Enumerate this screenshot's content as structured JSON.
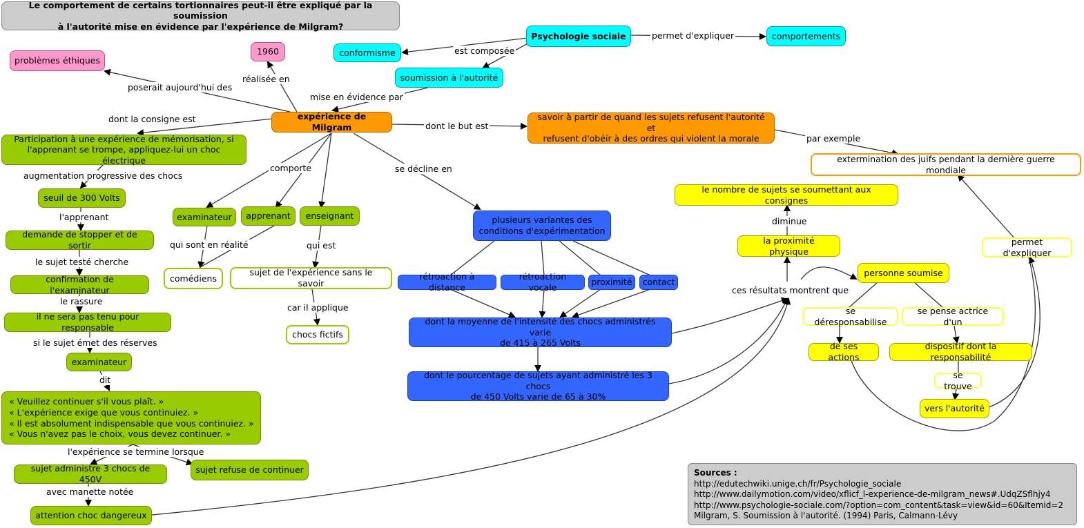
{
  "title": "Le comportement de certains tortionnaires peut-il être expliqué par la soumission\nà l'autorité mise en évidence par l'expérience de Milgram?",
  "nodes": {
    "psychologie_sociale": "Psychologie sociale",
    "comportements": "comportements",
    "conformisme": "conformisme",
    "soumission_autorite": "soumission à l'autorité",
    "annee": "1960",
    "problemes_ethiques": "problèmes éthiques",
    "experience_milgram": "expérience de Milgram",
    "but": "savoir à partir de quand les sujets refusent l'autorité et\nrefusent d'obéir à des ordres qui violent la morale",
    "extermination": "extermination des juifs pendant la dernière guerre mondiale",
    "consigne": "Participation à une expérience de mémorisation, si\nl'apprenant se trompe, appliquez-lui un choc électrique",
    "seuil": "seuil de 300 Volts",
    "demande_stopper": "demande de stopper et de sortir",
    "confirmation": "confirmation de l'examinateur",
    "pas_responsable": "il ne sera pas tenu pour responsable",
    "examinateur_seq": "examinateur",
    "phrases": "« Veuillez continuer s'il vous plaît. »\n« L'expérience exige que vous continuiez. »\n« Il est absolument indispensable que vous continuiez. »\n« Vous n'avez pas le choix, vous devez continuer. »",
    "sujet_3_chocs": "sujet administre 3 chocs de 450V",
    "sujet_refuse": "sujet refuse de continuer",
    "attention_choc": "attention choc dangereux",
    "examinateur": "examinateur",
    "apprenant": "apprenant",
    "enseignant": "enseignant",
    "comediens": "comédiens",
    "sujet_sans_savoir": "sujet de l'expérience sans le savoir",
    "chocs_fictifs": "chocs fictifs",
    "variantes": "plusieurs variantes des\nconditions d'expérimentation",
    "retroaction_distance": "rétroaction à distance",
    "retroaction_vocale": "rétroaction vocale",
    "proximite": "proximité",
    "contact": "contact",
    "moyenne": "dont la moyenne de l'intensité des chocs administrés varie\nde 415 à 265 Volts",
    "pourcentage": "dont le pourcentage de sujets ayant administré les 3 chocs\nde 450 Volts varie de 65 à 30%",
    "nombre_sujets": "le nombre de sujets se soumettant aux consignes",
    "proximite_physique": "la proximité physique",
    "personne_soumise": "personne soumise",
    "se_deresponsabilise": "se déresponsabilise",
    "se_pense_actrice": "se pense actrice d'un",
    "de_ses_actions": "de ses actions",
    "dispositif": "dispositif dont la responsabilité",
    "se_trouve": "se trouve",
    "vers_autorite": "vers l'autorité",
    "permet_expliquer_node": "permet d'expliquer"
  },
  "labels": {
    "permet_expliquer": "permet d'expliquer",
    "est_composee": "est composée",
    "mise_en_evidence": "mise en évidence par",
    "realisee_en": "réalisée en",
    "poserait": "poserait aujourd'hui des",
    "dont_consigne": "dont la consigne est",
    "dont_but": "dont le but est",
    "par_exemple": "par exemple",
    "comporte": "comporte",
    "se_decline": "se décline en",
    "augmentation": "augmentation progressive des chocs",
    "l_apprenant": "l'apprenant",
    "sujet_cherche": "le sujet testé cherche",
    "rassure": "le rassure",
    "reserves": "si le sujet émet des réserves",
    "dit": "dit",
    "termine": "l'expérience se termine lorsque",
    "manette": "avec manette notée",
    "sont_en_realite": "qui sont en réalité",
    "qui_est": "qui est",
    "car_applique": "car il applique",
    "diminue": "diminue",
    "resultats": "ces résultats montrent que"
  },
  "sources": {
    "heading": "Sources :",
    "lines": [
      "http://edutechwiki.unige.ch/fr/Psychologie_sociale",
      "http://www.dailymotion.com/video/xflicf_l-experience-de-milgram_news#.UdqZSflhjy4",
      "http://www.psychologie-sociale.com/?option=com_content&task=view&id=60&Itemid=2",
      "Milgram, S. Soumission à l'autorité. (1994) Paris, Calmann-Lévy"
    ]
  },
  "colors": {
    "green": "#99cc00",
    "blue": "#3366ff",
    "yellow": "#ffff00",
    "cyan": "#00ffff",
    "pink": "#ff99cc",
    "orange": "#ff9900",
    "gray": "#cccccc"
  }
}
